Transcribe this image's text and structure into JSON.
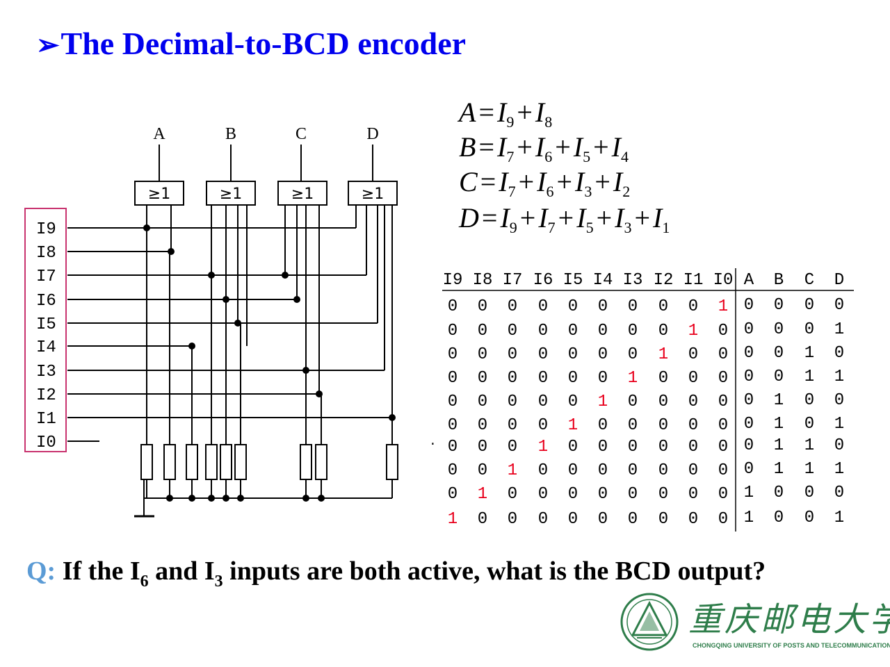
{
  "title": {
    "bullet": "➢",
    "text": "The Decimal-to-BCD encoder"
  },
  "circuit": {
    "output_labels": [
      "A",
      "B",
      "C",
      "D"
    ],
    "gate_label": "≥1",
    "input_labels": [
      "I9",
      "I8",
      "I7",
      "I6",
      "I5",
      "I4",
      "I3",
      "I2",
      "I1",
      "I0"
    ]
  },
  "equations": [
    {
      "lhs": "A",
      "terms": [
        [
          "I",
          "9"
        ],
        [
          "I",
          "8"
        ]
      ]
    },
    {
      "lhs": "B",
      "terms": [
        [
          "I",
          "7"
        ],
        [
          "I",
          "6"
        ],
        [
          "I",
          "5"
        ],
        [
          "I",
          "4"
        ]
      ]
    },
    {
      "lhs": "C",
      "terms": [
        [
          "I",
          "7"
        ],
        [
          "I",
          "6"
        ],
        [
          "I",
          "3"
        ],
        [
          "I",
          "2"
        ]
      ]
    },
    {
      "lhs": "D",
      "terms": [
        [
          "I",
          "9"
        ],
        [
          "I",
          "7"
        ],
        [
          "I",
          "5"
        ],
        [
          "I",
          "3"
        ],
        [
          "I",
          "1"
        ]
      ]
    }
  ],
  "truth_table": {
    "input_headers": [
      "I9",
      "I8",
      "I7",
      "I6",
      "I5",
      "I4",
      "I3",
      "I2",
      "I1",
      "I0"
    ],
    "output_headers": [
      "A",
      "B",
      "C",
      "D"
    ],
    "rows": [
      {
        "in": [
          "0",
          "0",
          "0",
          "0",
          "0",
          "0",
          "0",
          "0",
          "0",
          "1"
        ],
        "out": [
          "0",
          "0",
          "0",
          "0"
        ]
      },
      {
        "in": [
          "0",
          "0",
          "0",
          "0",
          "0",
          "0",
          "0",
          "0",
          "1",
          "0"
        ],
        "out": [
          "0",
          "0",
          "0",
          "1"
        ]
      },
      {
        "in": [
          "0",
          "0",
          "0",
          "0",
          "0",
          "0",
          "0",
          "1",
          "0",
          "0"
        ],
        "out": [
          "0",
          "0",
          "1",
          "0"
        ]
      },
      {
        "in": [
          "0",
          "0",
          "0",
          "0",
          "0",
          "0",
          "1",
          "0",
          "0",
          "0"
        ],
        "out": [
          "0",
          "0",
          "1",
          "1"
        ]
      },
      {
        "in": [
          "0",
          "0",
          "0",
          "0",
          "0",
          "1",
          "0",
          "0",
          "0",
          "0"
        ],
        "out": [
          "0",
          "1",
          "0",
          "0"
        ]
      },
      {
        "in": [
          "0",
          "0",
          "0",
          "0",
          "1",
          "0",
          "0",
          "0",
          "0",
          "0"
        ],
        "out": [
          "0",
          "1",
          "0",
          "1"
        ]
      },
      {
        "in": [
          "0",
          "0",
          "0",
          "1",
          "0",
          "0",
          "0",
          "0",
          "0",
          "0"
        ],
        "out": [
          "0",
          "1",
          "1",
          "0"
        ]
      },
      {
        "in": [
          "0",
          "0",
          "1",
          "0",
          "0",
          "0",
          "0",
          "0",
          "0",
          "0"
        ],
        "out": [
          "0",
          "1",
          "1",
          "1"
        ]
      },
      {
        "in": [
          "0",
          "1",
          "0",
          "0",
          "0",
          "0",
          "0",
          "0",
          "0",
          "0"
        ],
        "out": [
          "1",
          "0",
          "0",
          "0"
        ]
      },
      {
        "in": [
          "1",
          "0",
          "0",
          "0",
          "0",
          "0",
          "0",
          "0",
          "0",
          "0"
        ],
        "out": [
          "1",
          "0",
          "0",
          "1"
        ]
      }
    ],
    "stray_mark": "."
  },
  "question": {
    "prefix": "Q:",
    "part1": " If the I",
    "sub1": "6",
    "part2": " and I",
    "sub2": "3",
    "part3": " inputs are both active, what is the BCD output?"
  },
  "logo": {
    "calligraphy": "重庆邮电大学",
    "subtitle": "CHONGQING UNIVERSITY OF POSTS AND TELECOMMUNICATIONS"
  },
  "colors": {
    "title": "#0000ee",
    "highlight": "#e8001c",
    "box": "#c8326e",
    "question_prefix": "#5b9bd5",
    "logo": "#2e7d4a"
  }
}
